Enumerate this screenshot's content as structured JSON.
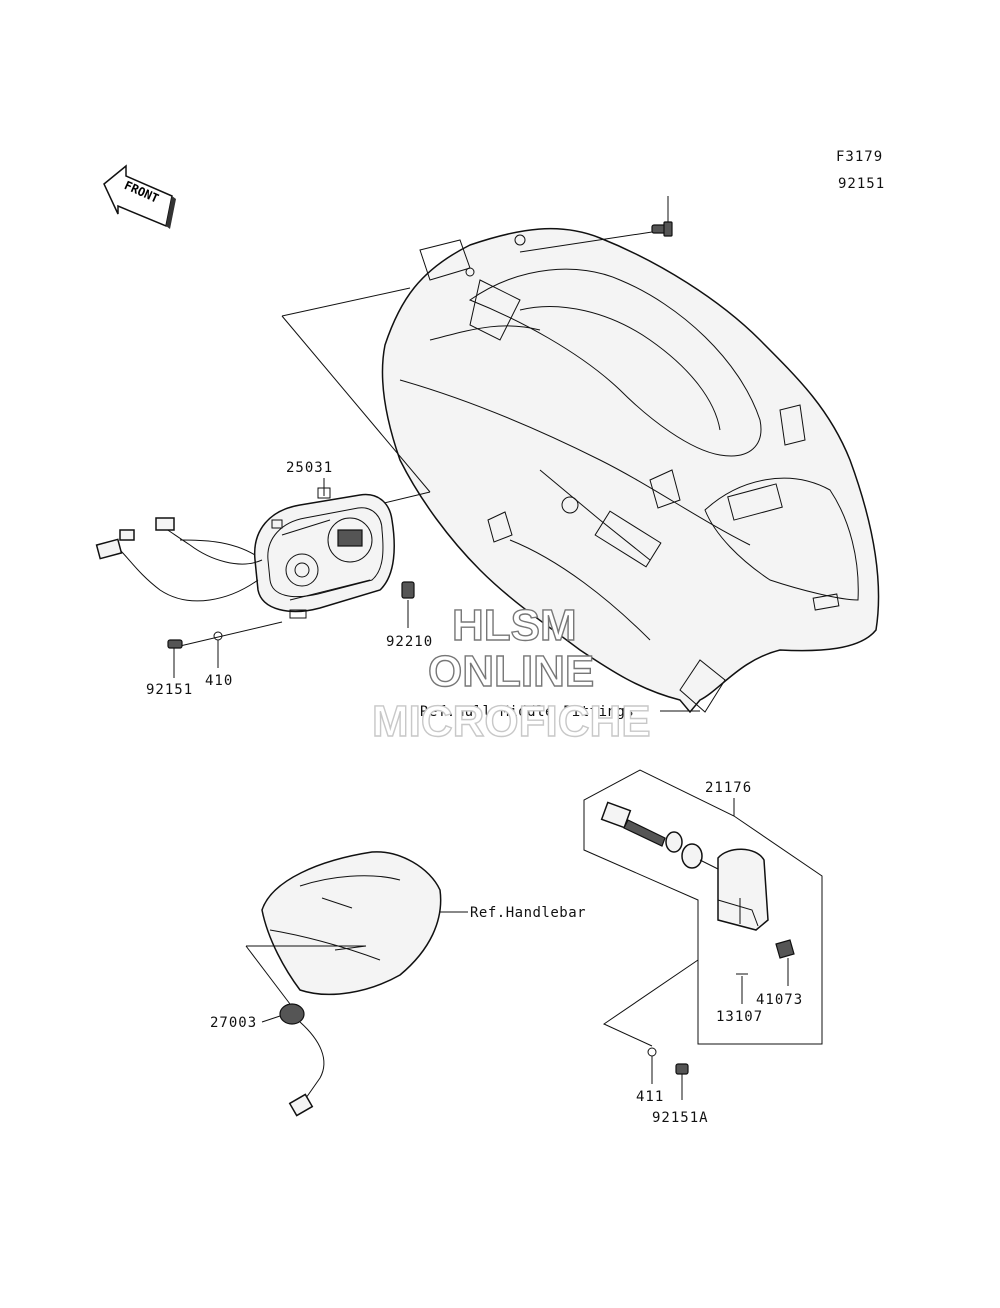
{
  "figure_code": "F3179",
  "front_arrow_label": "FRONT",
  "callouts": {
    "bolt_top": "92151",
    "meter_assy": "25031",
    "bolt_left": "92151",
    "washer_left": "410",
    "nut_clip": "92210",
    "sensor_assy": "21176",
    "clamp": "41073",
    "pin": "13107",
    "washer_bottom": "411",
    "bolt_bottom": "92151A",
    "switch": "27003"
  },
  "references": {
    "hull": "Ref.Hull Middle Fittings",
    "handlebar": "Ref.Handlebar"
  },
  "watermark": {
    "line1": "HLSM",
    "line2": "ONLINE",
    "line3": "MICROFICHE"
  }
}
